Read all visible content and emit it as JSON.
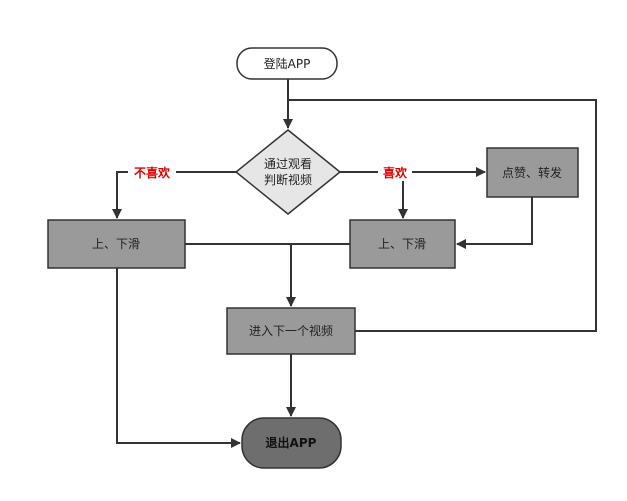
{
  "nodes": {
    "start": {
      "label": "登陆APP"
    },
    "decision": {
      "line1": "通过观看",
      "line2": "判断视频"
    },
    "like_share": {
      "label": "点赞、转发"
    },
    "swipe_left": {
      "label": "上、下滑"
    },
    "swipe_right": {
      "label": "上、下滑"
    },
    "next_video": {
      "label": "进入下一个视频"
    },
    "exit": {
      "label": "退出APP"
    }
  },
  "edges": {
    "dislike": {
      "label": "不喜欢"
    },
    "like": {
      "label": "喜欢"
    }
  },
  "colors": {
    "edge_label": "#e00000",
    "line": "#333333",
    "box_fill": "#9a9a9a",
    "decision_fill": "#e6e6e6",
    "exit_fill": "#6e6e6e"
  }
}
